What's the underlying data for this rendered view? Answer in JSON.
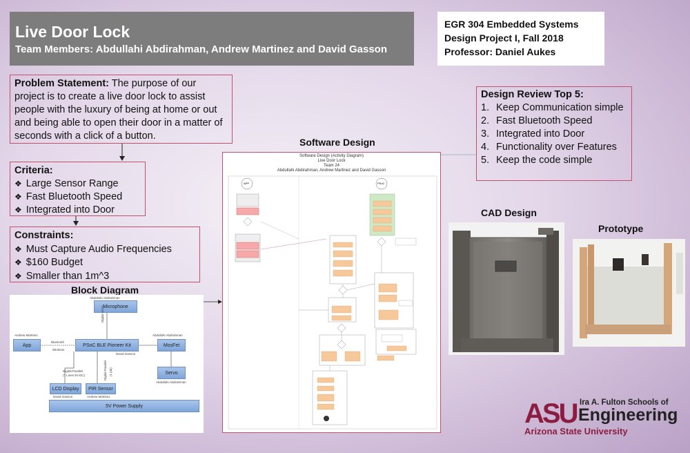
{
  "header": {
    "title": "Live Door Lock",
    "team": "Team Members: Abdullahi Abdirahman, Andrew Martinez and David Gasson"
  },
  "course": {
    "line1": "EGR 304 Embedded Systems",
    "line2": "Design Project I, Fall 2018",
    "line3": "Professor: Daniel Aukes"
  },
  "problem": {
    "label": "Problem Statement:",
    "text": " The purpose of our project is to create a live door lock to assist people with the luxury of being at home or out and being able to open their door in a matter of seconds with a click of a button."
  },
  "criteria": {
    "heading": "Criteria:",
    "items": [
      "Large Sensor Range",
      "Fast Bluetooth Speed",
      "Integrated into Door"
    ]
  },
  "constraints": {
    "heading": "Constraints:",
    "items": [
      "Must Capture Audio Frequencies",
      "$160 Budget",
      "Smaller than 1m^3"
    ]
  },
  "review": {
    "heading": "Design Review Top 5:",
    "items": [
      {
        "num": "1.",
        "text": "Keep Communication simple"
      },
      {
        "num": "2.",
        "text": "Fast Bluetooth Speed"
      },
      {
        "num": "3.",
        "text": "Integrated into Door"
      },
      {
        "num": "4.",
        "text": "Functionality over Features"
      },
      {
        "num": "5.",
        "text": "Keep the code simple"
      }
    ]
  },
  "labels": {
    "block_diagram": "Block Diagram",
    "software_design": "Software Design",
    "cad_design": "CAD Design",
    "prototype": "Prototype"
  },
  "block_diagram": {
    "microphone": "Microphone",
    "microphone_owner": "Abdullahi Abdirahman",
    "psoc": "PSoC BLE Pioneer Kit",
    "app": "App",
    "app_owner": "Andrew Martinez",
    "mosfet": "MosFet",
    "mosfet_owner": "Abdullahi Abdirahman",
    "servo": "Servo",
    "servo_owner": "Abdullahi Abdirahman",
    "lcd": "LCD Display",
    "lcd_owner": "David Gasson",
    "pir": "PIR Sensor",
    "pir_owner": "Andrew Martinez",
    "power": "5V Power Supply",
    "psoc_owner": "David Gasson",
    "bluetooth": "Bluetooth",
    "wireless": "Wireless",
    "digital_serial": "Digital serial",
    "digital_parallel_lcd": "Digital-Parallel",
    "lcd_lines": "(7 Lines 5V-DC)",
    "digital_parallel_pir": "Digital-Parallel",
    "pir_pin": "(1 pin)"
  },
  "software_design": {
    "title": "Software Design (Activity Diagram)",
    "project": "Live Door Lock",
    "team": "Team 24",
    "members": "Abdullahi Abdirahman, Andrew Martinez and David Gasson",
    "lane_app": "APP",
    "lane_psoc": "PSoC"
  },
  "logo": {
    "letters": "ASU",
    "school": "Ira A. Fulton Schools of",
    "engineering": "Engineering",
    "university": "Arizona State University"
  },
  "colors": {
    "title_bg": "#7d7d7d",
    "panel_border": "#c0506c",
    "asu_maroon": "#8c1d40",
    "block_blue": "#7fa6db"
  }
}
